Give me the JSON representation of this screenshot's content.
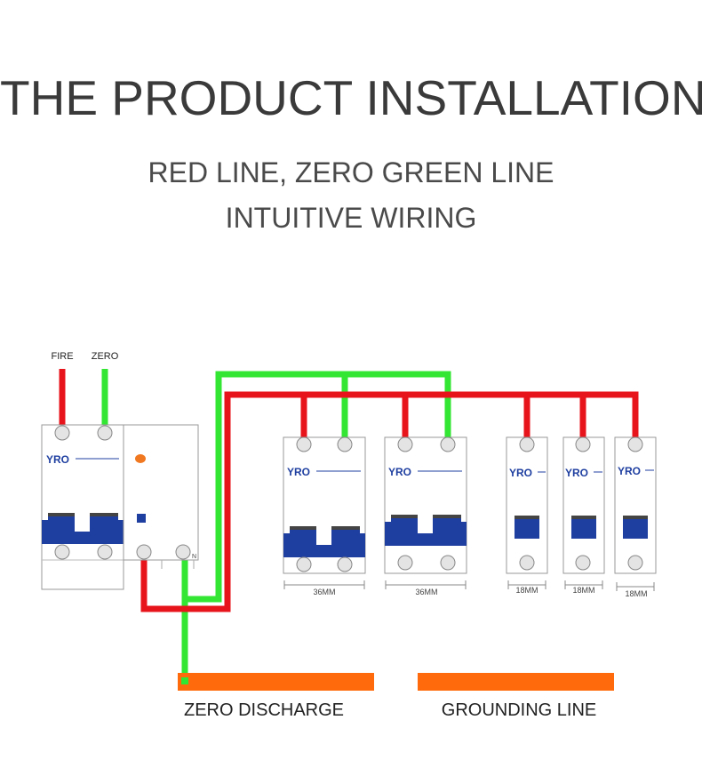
{
  "title": "THE PRODUCT INSTALLATION",
  "subtitle_line1": "RED LINE, ZERO GREEN LINE",
  "subtitle_line2": "INTUITIVE WIRING",
  "labels": {
    "fire": "FIRE",
    "zero": "ZERO",
    "brand": "YRO",
    "n_terminal": "N",
    "width_36": "36MM",
    "width_18": "18MM",
    "zero_discharge": "ZERO DISCHARGE",
    "grounding_line": "GROUNDING LINE"
  },
  "colors": {
    "fire_wire": "#e8141c",
    "zero_wire": "#33e633",
    "breaker_handle": "#1f3fa0",
    "busbar": "#ff6a0c",
    "indicator": "#f07820"
  }
}
